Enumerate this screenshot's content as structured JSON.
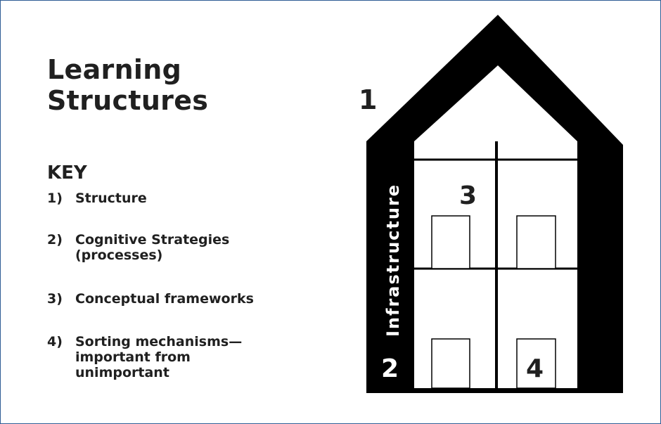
{
  "title": {
    "line1": "Learning",
    "line2": "Structures"
  },
  "key": {
    "heading": "KEY",
    "items": [
      {
        "number": "1)",
        "text": "Structure"
      },
      {
        "number": "2)",
        "text": "Cognitive Strategies (processes)"
      },
      {
        "number": "3)",
        "text": "Conceptual frameworks"
      },
      {
        "number": "4)",
        "text": "Sorting mechanisms—important from unimportant"
      }
    ]
  },
  "diagram": {
    "label_1": "1",
    "label_2": "2",
    "label_3": "3",
    "label_4": "4",
    "wall_label": "Infrastructure"
  },
  "colors": {
    "border": "#2f5d95",
    "text": "#202020",
    "house": "#000000"
  }
}
